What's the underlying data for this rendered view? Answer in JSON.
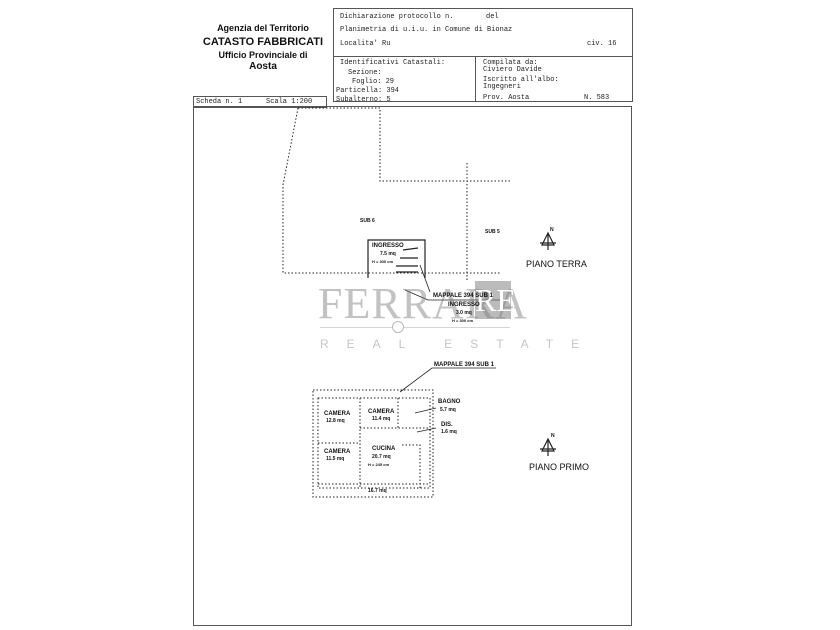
{
  "header": {
    "agency": "Agenzia del Territorio",
    "catasto": "CATASTO FABBRICATI",
    "office": "Ufficio Provinciale di",
    "city": "Aosta",
    "protocol_label": "Dichiarazione protocollo n.",
    "del_label": "del",
    "planimetria": "Planimetria di u.i.u. in Comune di Bionaz",
    "localita": "Localita' Ru",
    "civico": "civ. 16",
    "ident_title": "Identificativi Catastali:",
    "sezione": "Sezione:",
    "foglio": "Foglio: 29",
    "particella": "Particella: 394",
    "subalterno": "Subalterno: 5",
    "compilata": "Compilata da:",
    "compiler": "Civiero Davide",
    "iscritto": "Iscritto all'albo:",
    "albo": "Ingegneri",
    "prov": "Prov. Aosta",
    "number": "N. 583",
    "scheda": "Scheda n. 1",
    "scala": "Scala 1:200"
  },
  "ground_floor": {
    "sub6": "SUB 6",
    "sub5": "SUB 5",
    "room_name": "INGRESSO",
    "room_area": "7.5 mq",
    "room_height": "H = 300 cm",
    "mappale": "MAPPALE 394 SUB 1",
    "room2_name": "INGRESSO",
    "room2_area": "3.0 mq",
    "room2_height": "H = 300 cm",
    "compass_n": "N",
    "floor_label": "PIANO TERRA"
  },
  "first_floor": {
    "mappale": "MAPPALE 394 SUB 1",
    "rooms": [
      {
        "name": "CAMERA",
        "area": "12.8 mq"
      },
      {
        "name": "CAMERA",
        "area": "11.4 mq"
      },
      {
        "name": "CAMERA",
        "area": "11.5 mq"
      },
      {
        "name": "CUCINA",
        "area": "20.7 mq",
        "height": "H = 245 cm"
      },
      {
        "name": "BAGNO",
        "area": "5.7 mq"
      },
      {
        "name": "DIS.",
        "area": "1.6 mq"
      }
    ],
    "balcony": "16.7 mq",
    "compass_n": "N",
    "floor_label": "PIANO PRIMO"
  },
  "watermark": {
    "brand": "FERRARA",
    "brand_box": "RE",
    "sub": "REAL ESTATE"
  }
}
